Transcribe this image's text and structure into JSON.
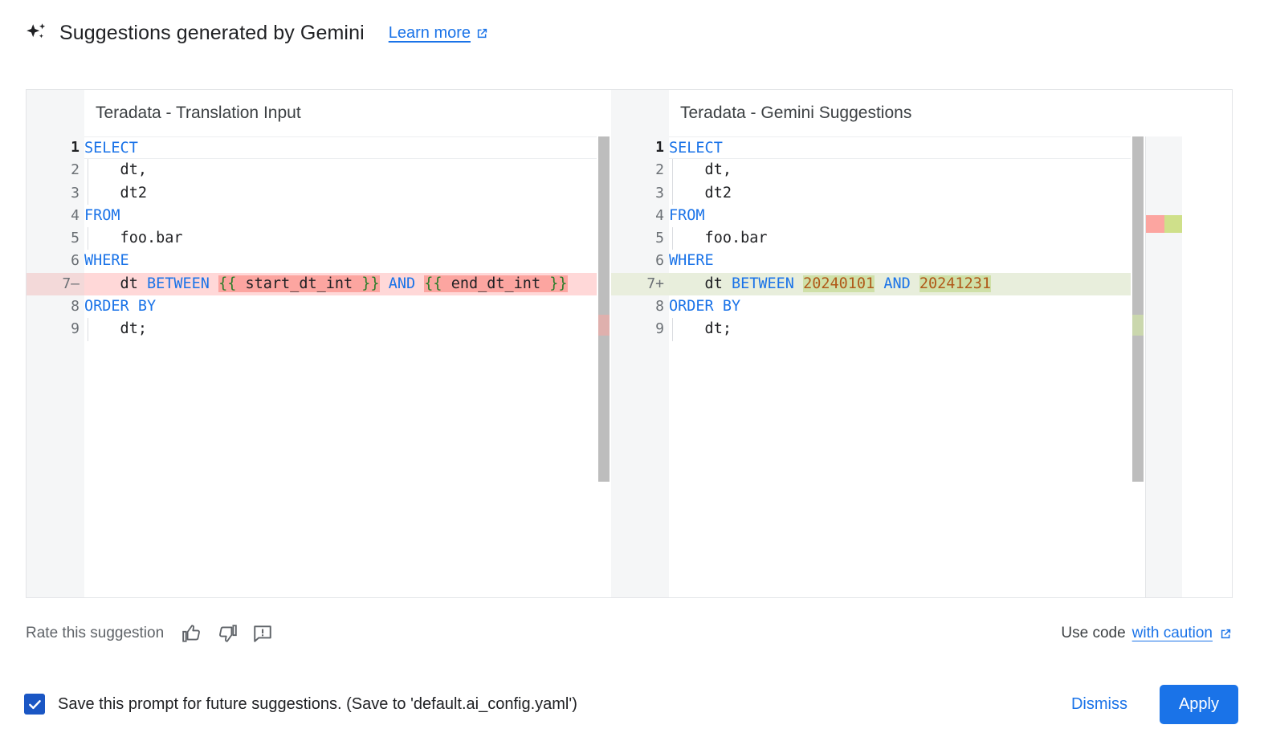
{
  "header": {
    "icon": "gemini-sparkle-icon",
    "title": "Suggestions generated by Gemini",
    "learn_more": "Learn more",
    "learn_more_icon": "open-in-new-icon"
  },
  "panes": {
    "left": {
      "title": "Teradata - Translation Input",
      "lines": [
        {
          "n": "1",
          "marker": "",
          "state": "active",
          "indent": false,
          "tokens": [
            {
              "t": "SELECT",
              "c": "kw"
            }
          ]
        },
        {
          "n": "2",
          "marker": "",
          "state": "",
          "indent": true,
          "tokens": [
            {
              "t": "    dt,",
              "c": "var"
            }
          ]
        },
        {
          "n": "3",
          "marker": "",
          "state": "",
          "indent": true,
          "tokens": [
            {
              "t": "    dt2",
              "c": "var"
            }
          ]
        },
        {
          "n": "4",
          "marker": "",
          "state": "",
          "indent": false,
          "tokens": [
            {
              "t": "FROM",
              "c": "kw"
            }
          ]
        },
        {
          "n": "5",
          "marker": "",
          "state": "",
          "indent": true,
          "tokens": [
            {
              "t": "    foo.bar",
              "c": "var"
            }
          ]
        },
        {
          "n": "6",
          "marker": "",
          "state": "",
          "indent": false,
          "tokens": [
            {
              "t": "WHERE",
              "c": "kw"
            }
          ]
        },
        {
          "n": "7",
          "marker": "—",
          "state": "del",
          "indent": false,
          "tokens": [
            {
              "t": "    dt ",
              "c": "var"
            },
            {
              "t": "BETWEEN",
              "c": "kw"
            },
            {
              "t": " ",
              "c": "var"
            },
            {
              "t": "{{",
              "c": "brace",
              "seg": "del"
            },
            {
              "t": " start_dt_int ",
              "c": "var",
              "seg": "del"
            },
            {
              "t": "}}",
              "c": "brace",
              "seg": "del"
            },
            {
              "t": " ",
              "c": "var"
            },
            {
              "t": "AND",
              "c": "kw"
            },
            {
              "t": " ",
              "c": "var"
            },
            {
              "t": "{{",
              "c": "brace",
              "seg": "del"
            },
            {
              "t": " end_dt_int ",
              "c": "var",
              "seg": "del"
            },
            {
              "t": "}}",
              "c": "brace",
              "seg": "del"
            }
          ]
        },
        {
          "n": "8",
          "marker": "",
          "state": "",
          "indent": false,
          "tokens": [
            {
              "t": "ORDER BY",
              "c": "kw"
            }
          ]
        },
        {
          "n": "9",
          "marker": "",
          "state": "",
          "indent": true,
          "tokens": [
            {
              "t": "    dt;",
              "c": "var"
            }
          ]
        }
      ]
    },
    "right": {
      "title": "Teradata - Gemini Suggestions",
      "lines": [
        {
          "n": "1",
          "marker": "",
          "state": "active",
          "indent": false,
          "tokens": [
            {
              "t": "SELECT",
              "c": "kw"
            }
          ]
        },
        {
          "n": "2",
          "marker": "",
          "state": "",
          "indent": true,
          "tokens": [
            {
              "t": "    dt,",
              "c": "var"
            }
          ]
        },
        {
          "n": "3",
          "marker": "",
          "state": "",
          "indent": true,
          "tokens": [
            {
              "t": "    dt2",
              "c": "var"
            }
          ]
        },
        {
          "n": "4",
          "marker": "",
          "state": "",
          "indent": false,
          "tokens": [
            {
              "t": "FROM",
              "c": "kw"
            }
          ]
        },
        {
          "n": "5",
          "marker": "",
          "state": "",
          "indent": true,
          "tokens": [
            {
              "t": "    foo.bar",
              "c": "var"
            }
          ]
        },
        {
          "n": "6",
          "marker": "",
          "state": "",
          "indent": false,
          "tokens": [
            {
              "t": "WHERE",
              "c": "kw"
            }
          ]
        },
        {
          "n": "7",
          "marker": "+",
          "state": "add",
          "indent": false,
          "tokens": [
            {
              "t": "    dt ",
              "c": "var"
            },
            {
              "t": "BETWEEN",
              "c": "kw"
            },
            {
              "t": " ",
              "c": "var"
            },
            {
              "t": "20240101",
              "c": "num",
              "seg": "add"
            },
            {
              "t": " ",
              "c": "var"
            },
            {
              "t": "AND",
              "c": "kw"
            },
            {
              "t": " ",
              "c": "var"
            },
            {
              "t": "20241231",
              "c": "num",
              "seg": "add"
            }
          ]
        },
        {
          "n": "8",
          "marker": "",
          "state": "",
          "indent": false,
          "tokens": [
            {
              "t": "ORDER BY",
              "c": "kw"
            }
          ]
        },
        {
          "n": "9",
          "marker": "",
          "state": "",
          "indent": true,
          "tokens": [
            {
              "t": "    dt;",
              "c": "var"
            }
          ]
        }
      ]
    }
  },
  "feedback": {
    "label": "Rate this suggestion",
    "icons": [
      "thumb-up-icon",
      "thumb-down-icon",
      "report-feedback-icon"
    ],
    "use_code_prefix": "Use code",
    "use_code_link": "with caution",
    "use_code_icon": "open-in-new-icon"
  },
  "bottom": {
    "checkbox_checked": true,
    "checkbox_label": "Save this prompt for future suggestions. (Save to 'default.ai_config.yaml')",
    "dismiss_label": "Dismiss",
    "apply_label": "Apply"
  },
  "colors": {
    "accent": "#1a73e8",
    "checkbox": "#1a56c4",
    "delete_line": "#ffd8d8",
    "delete_segment": "#fca5a0",
    "add_line": "#e8eedc",
    "add_segment": "#cfe0a8",
    "keyword": "#1a73e8",
    "number": "#b05a19",
    "brace": "#2a7d2a",
    "gutter_bg": "#f5f6f7",
    "scrollbar_thumb": "#bdbdbd",
    "overview_red": "#fca5a0",
    "overview_green": "#cfe08a"
  }
}
